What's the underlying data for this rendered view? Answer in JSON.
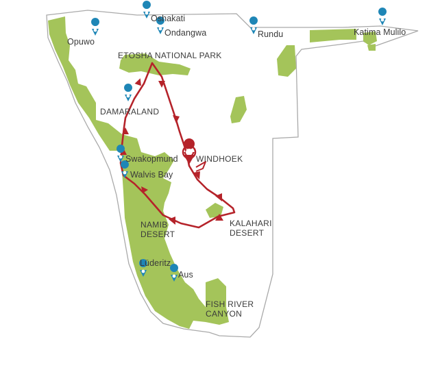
{
  "map": {
    "colors": {
      "border": "#a9a9a9",
      "land_green": "#a4c45a",
      "route": "#b5232a",
      "pin": "#1e86b6",
      "label_text": "#3a3a3a"
    },
    "towns": {
      "oshakati": "Oshakati",
      "ondangwa": "Ondangwa",
      "opuwo": "Opuwo",
      "rundu": "Rundu",
      "katima_mulilo": "Katima Mulilo",
      "swakopmund": "Swakopmund",
      "walvis_bay": "Walvis Bay",
      "luderitz": "Lüderitz",
      "aus": "Aus"
    },
    "regions": {
      "etosha": "ETOSHA NATIONAL PARK",
      "damaraland": "DAMARALAND",
      "windhoek": "WINDHOEK",
      "kalahari_line1": "KALAHARI",
      "kalahari_line2": "DESERT",
      "namib_line1": "NAMIB",
      "namib_line2": "DESERT",
      "fish_river_line1": "FISH RIVER",
      "fish_river_line2": "CANYON"
    },
    "icons": {
      "town_marker": "location-pin-icon",
      "start_marker": "route-start-pin-icon",
      "direction_arrow": "arrow-icon"
    }
  }
}
